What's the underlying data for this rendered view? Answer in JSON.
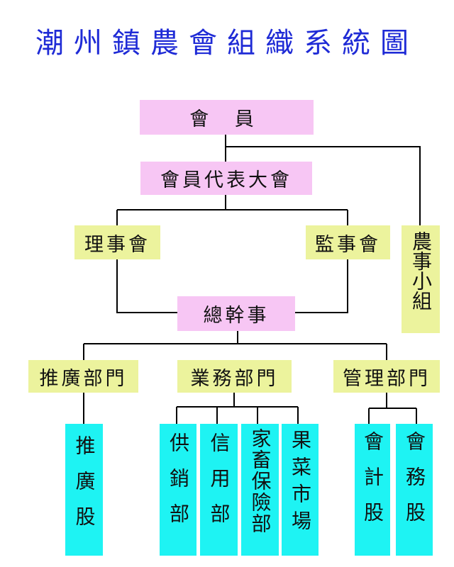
{
  "title": "潮州鎮農會組織系統圖",
  "nodes": {
    "member": "會 員",
    "assembly": "會員代表大會",
    "board": "理事會",
    "supervisors": "監事會",
    "farm_group": "農事小組",
    "general_manager": "總幹事",
    "extension_dept": "推廣部門",
    "business_dept": "業務部門",
    "admin_dept": "管理部門",
    "extension_unit": "推廣股",
    "supply_sales": "供銷部",
    "credit": "信用部",
    "livestock_insurance": "家畜保險部",
    "fruit_veg_market": "果菜市場",
    "accounting": "會計股",
    "affairs": "會務股"
  }
}
